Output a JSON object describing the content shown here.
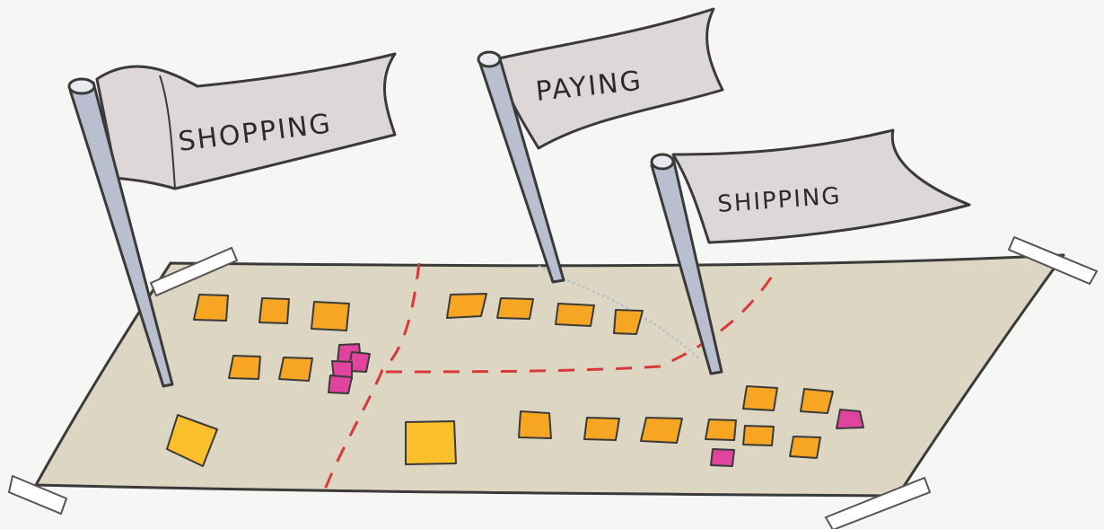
{
  "flags": [
    {
      "id": "shopping",
      "label": "SHOPPING"
    },
    {
      "id": "paying",
      "label": "PAYING"
    },
    {
      "id": "shipping",
      "label": "SHIPPING"
    }
  ],
  "colors": {
    "background": "#f6f6f4",
    "map_fill": "#ddd6c2",
    "outline": "#3a3a3a",
    "flag_cloth": "#ddd7d7",
    "pole": "#b9bfcf",
    "sticky_note_orange": "#f7a623",
    "sticky_note_yellow": "#fbbf2c",
    "sticky_note_pink": "#e0449f",
    "dashed_boundary": "#d83a3a",
    "tape": "#ffffff"
  },
  "icons": [
    "flag-icon",
    "sticky-note-icon",
    "tape-icon"
  ]
}
